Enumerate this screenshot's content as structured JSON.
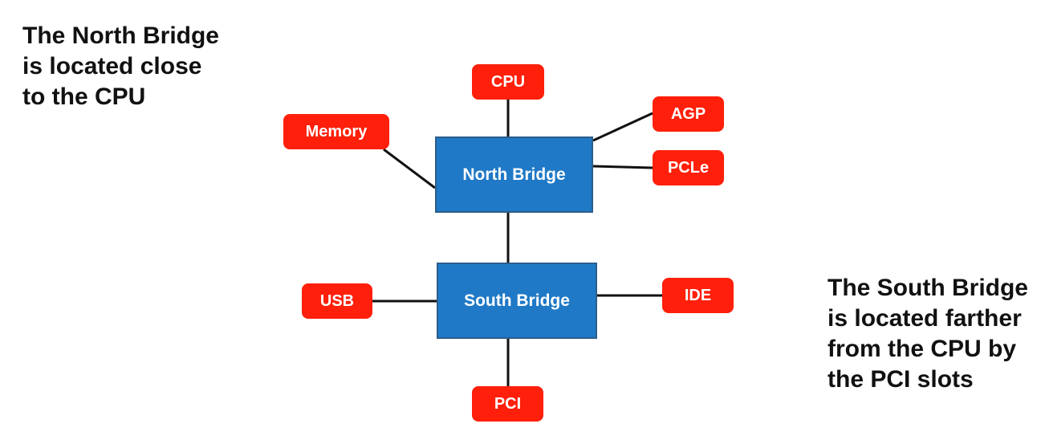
{
  "notes": {
    "north": [
      "The North Bridge",
      "is located close",
      "to the CPU"
    ],
    "south": [
      "The South Bridge",
      "is located farther",
      "from the CPU by",
      "the PCI slots"
    ]
  },
  "bridges": {
    "north": "North Bridge",
    "south": "South Bridge"
  },
  "devices": {
    "cpu": "CPU",
    "agp": "AGP",
    "memory": "Memory",
    "pcie": "PCLe",
    "usb": "USB",
    "ide": "IDE",
    "pci": "PCI"
  },
  "colors": {
    "bridge_fill": "#1f79c6",
    "device_fill": "#ff1f0a",
    "connector": "#111111"
  }
}
